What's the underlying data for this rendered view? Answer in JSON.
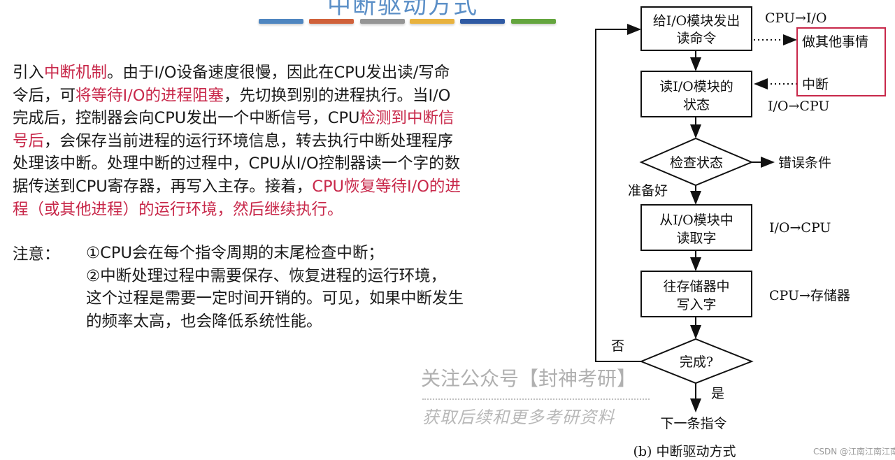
{
  "slide": {
    "title": "中断驱动方式",
    "accent_bar_colors": [
      "#4f86c0",
      "#d0613a",
      "#959595",
      "#e8b23e",
      "#2f5aa3",
      "#64a53e"
    ],
    "paragraph_lines": [
      [
        {
          "t": "引入",
          "red": false
        },
        {
          "t": "中断机制",
          "red": true
        },
        {
          "t": "。由于I/O设备速度很慢，因此在CPU发出读/写命",
          "red": false
        }
      ],
      [
        {
          "t": "令后，可",
          "red": false
        },
        {
          "t": "将等待I/O的进程阻塞",
          "red": true
        },
        {
          "t": "，先切换到别的进程执行。当I/O",
          "red": false
        }
      ],
      [
        {
          "t": "完成后，控制器会向CPU发出一个中断信号，CPU",
          "red": false
        },
        {
          "t": "检测到中断信",
          "red": true
        }
      ],
      [
        {
          "t": "号后",
          "red": true
        },
        {
          "t": "，会保存当前进程的运行环境信息，转去执行中断处理程序",
          "red": false
        }
      ],
      [
        {
          "t": "处理该中断。处理中断的过程中，CPU从I/O控制器读一个字的数",
          "red": false
        }
      ],
      [
        {
          "t": "据传送到CPU寄存器，再写入主存。接着，",
          "red": false
        },
        {
          "t": "CPU恢复等待I/O的进",
          "red": true
        }
      ],
      [
        {
          "t": "程（或其他进程）的运行环境，然后继续执行。",
          "red": true
        }
      ]
    ],
    "note_label": "注意：",
    "note_lines": [
      "①CPU会在每个指令周期的末尾检查中断；",
      "②中断处理过程中需要保存、恢复进程的运行环境，",
      "这个过程是需要一定时间开销的。可见，如果中断发生",
      "的频率太高，也会降低系统性能。"
    ],
    "accent_red": "#c8284a"
  },
  "flowchart": {
    "box1": [
      "给I/O模块发出",
      "读命令"
    ],
    "box2": [
      "读I/O模块的",
      "状态"
    ],
    "diamond1": "检查状态",
    "error_label": "错误条件",
    "ready_label": "准备好",
    "box3": [
      "从I/O模块中",
      "读取字"
    ],
    "box4": [
      "往存储器中",
      "写入字"
    ],
    "diamond2": "完成?",
    "no_label": "否",
    "yes_label": "是",
    "end_label": "下一条指令",
    "caption": "(b) 中断驱动方式",
    "side_box": [
      "做其他事情",
      "中断"
    ],
    "annot1": "CPU→I/O",
    "annot2": "I/O→CPU",
    "annot3": "I/O→CPU",
    "annot4": "CPU→存储器"
  },
  "watermark": {
    "line1": "关注公众号【封神考研】",
    "line2": "获取后续和更多考研资料",
    "csdn": "CSDN @江南江南江南丶"
  }
}
